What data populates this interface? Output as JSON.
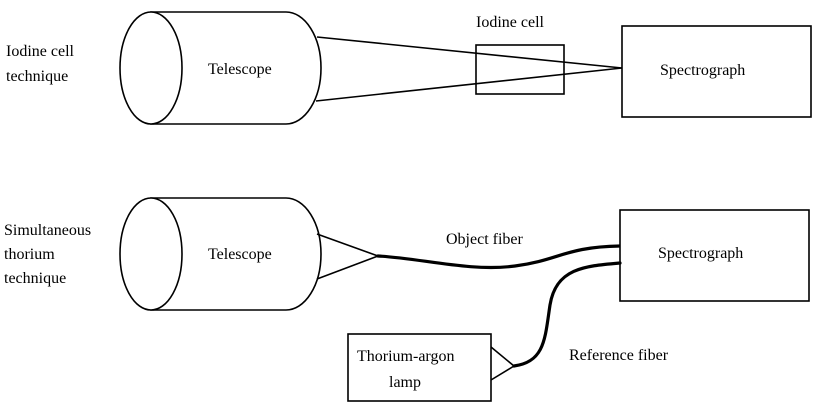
{
  "panel_top": {
    "technique_lines": [
      "Iodine cell",
      "technique"
    ],
    "telescope_label": "Telescope",
    "iodine_cell_label": "Iodine cell",
    "spectrograph_label": "Spectrograph"
  },
  "panel_bottom": {
    "technique_lines": [
      "Simultaneous",
      "thorium",
      "technique"
    ],
    "telescope_label": "Telescope",
    "object_fiber_label": "Object fiber",
    "spectrograph_label": "Spectrograph",
    "lamp_lines": [
      "Thorium-argon",
      "lamp"
    ],
    "reference_fiber_label": "Reference fiber"
  }
}
